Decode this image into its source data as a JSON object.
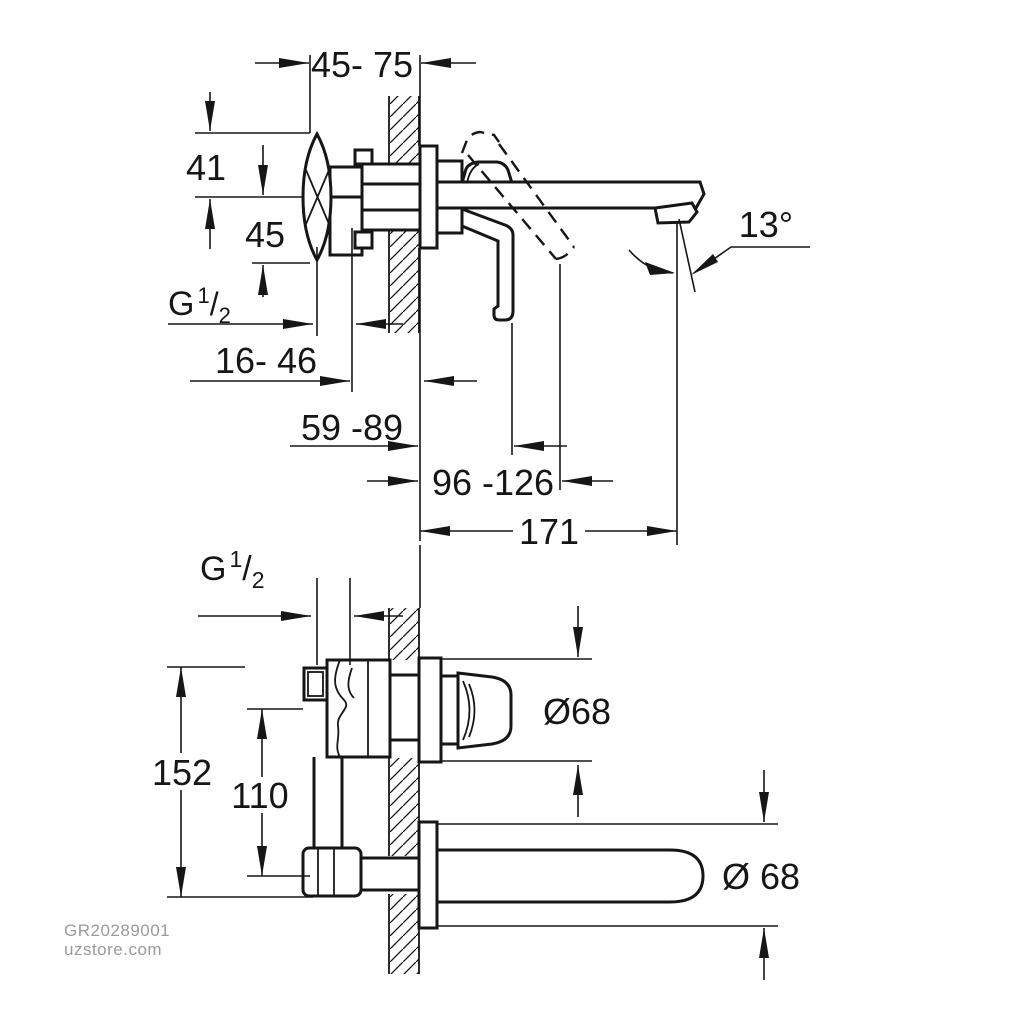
{
  "top": {
    "offset": "45- 75",
    "d41": "41",
    "d45": "45",
    "g_prefix": "G",
    "g_sup": "1",
    "g_slash": "/",
    "g_sub": "2",
    "depth": "16- 46",
    "handle": "59 -89",
    "lever": "96 -126",
    "projection": "171",
    "angle": "13°"
  },
  "bottom": {
    "g_prefix": "G",
    "g_sup": "1",
    "g_slash": "/",
    "g_sub": "2",
    "height": "152",
    "centers": "110",
    "dia_handle": "Ø68",
    "dia_spout": "Ø 68"
  },
  "watermark": {
    "code": "GR20289001",
    "site": "uzstore.com"
  },
  "colors": {
    "line": "#161616",
    "background": "#ffffff",
    "watermark": "#9a9a9a"
  }
}
